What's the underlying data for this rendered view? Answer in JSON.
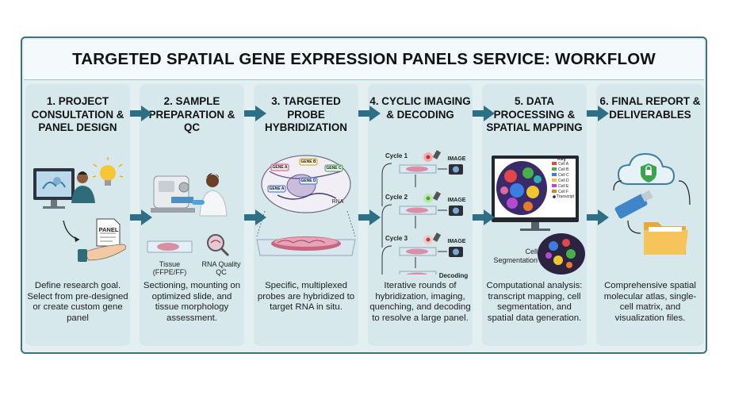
{
  "title": "TARGETED SPATIAL GENE EXPRESSION PANELS SERVICE: WORKFLOW",
  "steps": [
    {
      "title": "1. PROJECT CONSULTATION & PANEL DESIGN",
      "desc": "Define research goal. Select from pre-designed or create custom gene panel",
      "labels": {
        "panel": "PANEL"
      }
    },
    {
      "title": "2. SAMPLE PREPARATION & QC",
      "desc": "Sectioning, mounting on optimized slide, and tissue morphology assessment.",
      "labels": {
        "tissue": "Tissue (FFPE/FF)",
        "rna": "RNA Quality QC"
      }
    },
    {
      "title": "3. TARGETED PROBE HYBRIDIZATION",
      "desc": "Specific, multiplexed probes are hybridized to target RNA in situ.",
      "labels": {
        "gene_a": "GENE A",
        "gene_b": "GENE B",
        "gene_c": "GENE C",
        "gene_d": "GENE D",
        "gene_a2": "GENE A",
        "rna": "RNA"
      }
    },
    {
      "title": "4. CYCLIC IMAGING & DECODING",
      "desc": "Iterative rounds of hybridization, imaging, quenching, and decoding to resolve a large panel.",
      "labels": {
        "cycle1": "Cycle 1",
        "cycle2": "Cycle 2",
        "cycle3": "Cycle 3",
        "image": "IMAGE",
        "decoding": "Decoding"
      }
    },
    {
      "title": "5. DATA PROCESSING & SPATIAL MAPPING",
      "desc": "Computational analysis: transcript mapping, cell segmentation, and spatial data generation.",
      "labels": {
        "key": "Key",
        "cell_seg": "Cell Segmentation",
        "key_items": [
          "Cell A",
          "Cell B",
          "Cell C",
          "Cell D",
          "Cell E",
          "Cell F",
          "Transcript"
        ]
      }
    },
    {
      "title": "6. FINAL REPORT & DELIVERABLES",
      "desc": "Comprehensive spatial molecular atlas, single-cell matrix, and visualization files.",
      "labels": {}
    }
  ],
  "colors": {
    "frame": "#3f6f80",
    "panel_bg": "#d6e8ec",
    "arrow": "#2e6f86"
  },
  "icons": [
    "computer-icon",
    "lightbulb-icon",
    "document-icon",
    "hand-icon",
    "microtome-icon",
    "scientist-icon",
    "slide-icon",
    "magnifier-icon",
    "cell-icon",
    "tissue-slice-icon",
    "laser-icon",
    "camera-icon",
    "monitor-icon",
    "cluster-map-icon",
    "cloud-icon",
    "lock-icon",
    "usb-drive-icon",
    "folder-icon"
  ]
}
